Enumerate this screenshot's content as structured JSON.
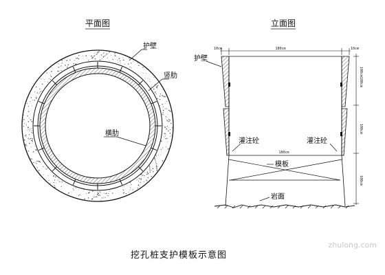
{
  "plan_view": {
    "title": "平面图",
    "labels": {
      "wall": "护壁",
      "vertical_rib": "竖肋",
      "horizontal_rib": "横肋"
    }
  },
  "elevation_view": {
    "title": "立面图",
    "labels": {
      "wall": "护壁",
      "pour_left": "灌注砼",
      "pour_right": "灌注砼",
      "formwork": "模板",
      "rock": "岩面"
    },
    "dimensions": {
      "top_left": "10cm",
      "top_mid": "180cm",
      "top_right": "10cm",
      "mid_width": "180cm",
      "right_1": "100cm",
      "right_2": "100cm",
      "right_3": "100cm",
      "right_4": "100cm"
    }
  },
  "caption": "挖孔桩支护模板示意图",
  "watermark": "zhulong.com",
  "colors": {
    "line": "#111111",
    "hatch": "#333333",
    "speckle": "#555555",
    "watermark": "#c8c8c8"
  }
}
